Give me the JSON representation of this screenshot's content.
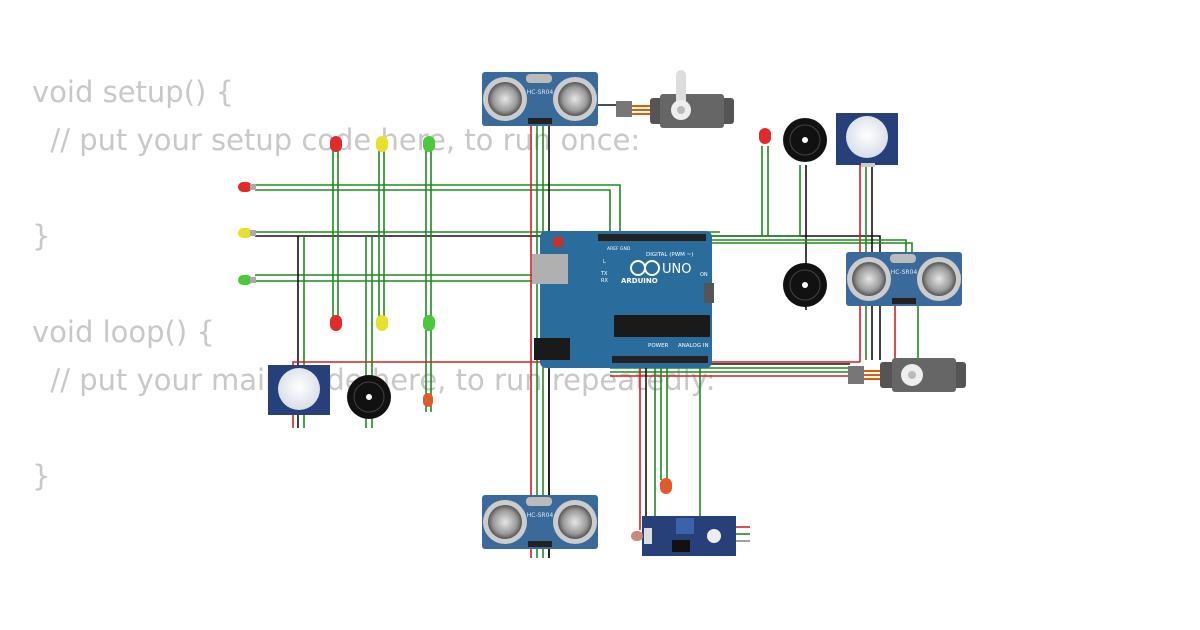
{
  "code_lines": [
    "void setup() {",
    "  // put your setup code here, to run once:",
    "",
    "}",
    "",
    "void loop() {",
    "  // put your main code here, to run repeatedly:",
    "",
    "}"
  ],
  "components": {
    "arduino": {
      "brand": "ARDUINO",
      "model": "UNO",
      "digital_label": "DIGITAL (PWM ~)",
      "power_label": "POWER",
      "analog_label": "ANALOG IN",
      "on_label": "ON",
      "tx_label": "TX",
      "rx_label": "RX",
      "aref_label": "AREF",
      "gnd_label": "GND",
      "l_label": "L"
    },
    "ultrasonic_label": "HC-SR04"
  },
  "colors": {
    "board": "#2a6d9c",
    "wire_green": "#1f8a1f",
    "wire_red": "#d42020",
    "wire_black": "#111111",
    "code_text": "#c8c8c8",
    "sensor_blue": "#3a6a9a",
    "pir_blue": "#27407a"
  }
}
